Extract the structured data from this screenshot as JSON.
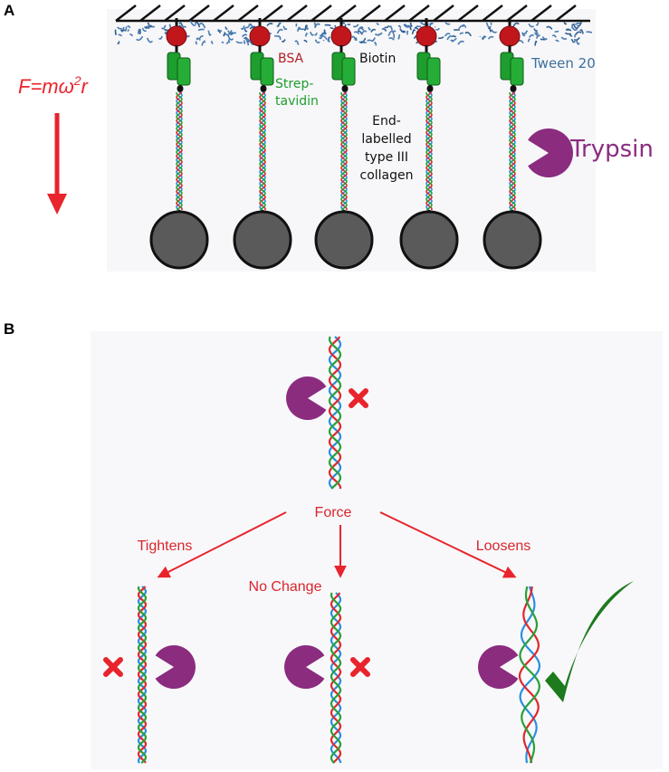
{
  "panel_a": {
    "label": "A",
    "force_equation": {
      "lhs": "F=mω",
      "exp": "2",
      "rhs": "r"
    },
    "labels": {
      "bsa": "BSA",
      "streptavidin_1": "Strep-",
      "streptavidin_2": "tavidin",
      "biotin": "Biotin",
      "tween": "Tween 20",
      "collagen_1": "End-",
      "collagen_2": "labelled",
      "collagen_3": "type III",
      "collagen_4": "collagen",
      "trypsin": "Trypsin"
    }
  },
  "panel_b": {
    "label": "B",
    "force": "Force",
    "tightens": "Tightens",
    "no_change": "No Change",
    "loosens": "Loosens"
  },
  "colors": {
    "force_red": "#e8242c",
    "bsa_red": "#b01e22",
    "streptavidin_green": "#1e9e2e",
    "tween_blue": "#3d6f9c",
    "trypsin_purple": "#8b2c7f",
    "bead_gray": "#5a5a5a",
    "check_green": "#1d7a1d"
  }
}
